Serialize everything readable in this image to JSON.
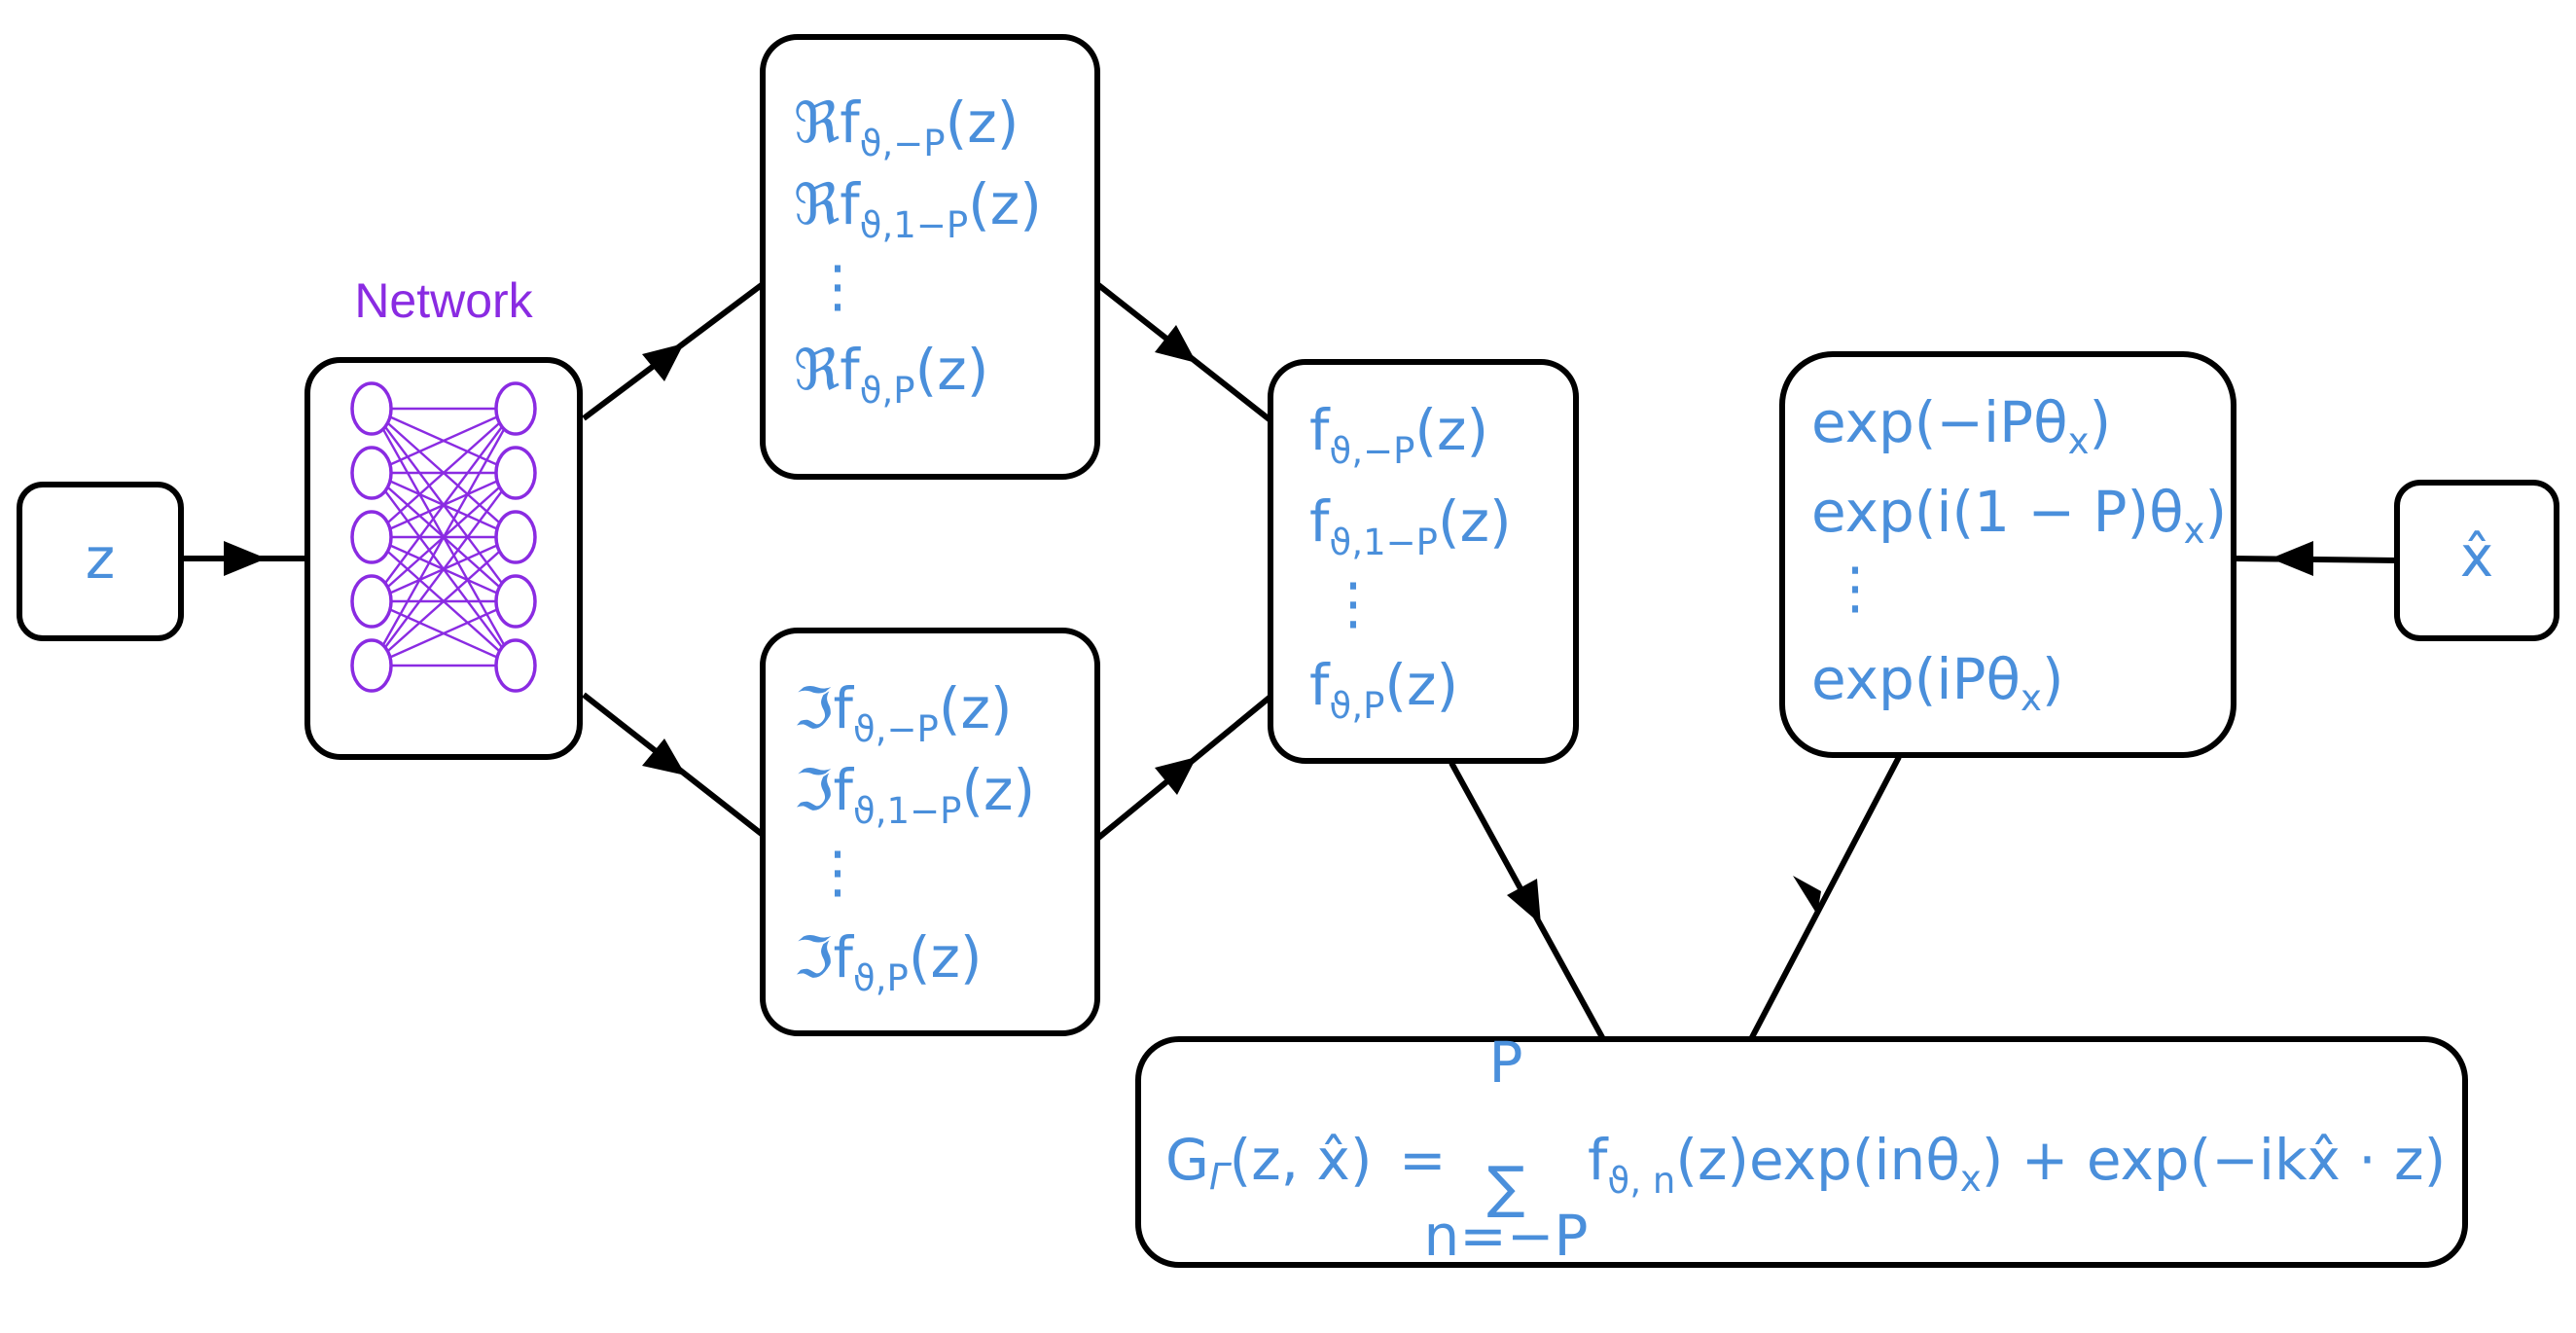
{
  "colors": {
    "math_text": "#4a8fdb",
    "network": "#8a2be2",
    "stroke": "#000000",
    "background": "#ffffff"
  },
  "input_box": {
    "symbol": "z"
  },
  "network": {
    "title": "Network",
    "icon": "neural-network-icon",
    "layers": [
      5,
      5
    ]
  },
  "output_x_box": {
    "symbol": "x̂"
  },
  "real_box": {
    "prefix": "ℜf",
    "lines": [
      {
        "sub": "ϑ,−P",
        "arg": "(z)"
      },
      {
        "sub": "ϑ,1−P",
        "arg": "(z)"
      },
      {
        "sub": "ϑ,P",
        "arg": "(z)"
      }
    ],
    "ellipsis": "⋮"
  },
  "imag_box": {
    "prefix": "ℑf",
    "lines": [
      {
        "sub": "ϑ,−P",
        "arg": "(z)"
      },
      {
        "sub": "ϑ,1−P",
        "arg": "(z)"
      },
      {
        "sub": "ϑ,P",
        "arg": "(z)"
      }
    ],
    "ellipsis": "⋮"
  },
  "coeff_box": {
    "prefix": "f",
    "lines": [
      {
        "sub": "ϑ,−P",
        "arg": "(z)"
      },
      {
        "sub": "ϑ,1−P",
        "arg": "(z)"
      },
      {
        "sub": "ϑ,P",
        "arg": "(z)"
      }
    ],
    "ellipsis": "⋮"
  },
  "exp_box": {
    "lines": [
      {
        "main": "exp(−iPθ",
        "sub": "x",
        "tail": ")"
      },
      {
        "main": "exp(i(1 − P)θ",
        "sub": "x",
        "tail": ")"
      },
      {
        "main": "exp(iPθ",
        "sub": "x",
        "tail": ")"
      }
    ],
    "ellipsis": "⋮"
  },
  "formula_box": {
    "lhs_G": "G",
    "lhs_gamma": "Γ",
    "lhs_args": "(z, x̂)",
    "equals": "=",
    "sum_symbol": "∑",
    "sum_upper": "P",
    "sum_lower": "n=−P",
    "term_f": "f",
    "term_sub": "ϑ, n",
    "term_rest": "(z)exp(inθ",
    "theta_sub": "x",
    "term_tail": ") + exp(−ikx̂ · z)"
  }
}
